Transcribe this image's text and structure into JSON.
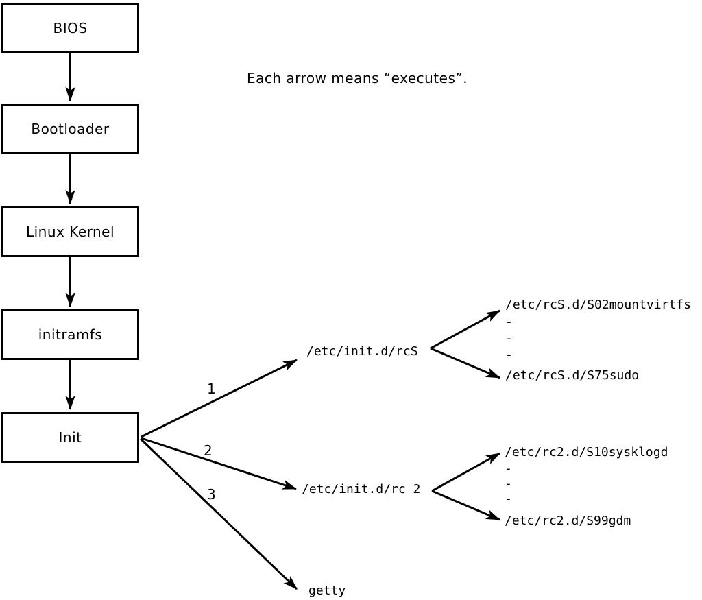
{
  "note": "Each arrow means “executes”.",
  "colors": {
    "ink": "#000000",
    "background": "#ffffff"
  },
  "chain": [
    {
      "label": "BIOS"
    },
    {
      "label": "Bootloader"
    },
    {
      "label": "Linux Kernel"
    },
    {
      "label": "initramfs"
    },
    {
      "label": "Init"
    }
  ],
  "init_children": [
    {
      "order": "1",
      "target": "/etc/init.d/rcS"
    },
    {
      "order": "2",
      "target": "/etc/init.d/rc 2"
    },
    {
      "order": "3",
      "target": "getty"
    }
  ],
  "rcS_dir": {
    "first": "/etc/rcS.d/S02mountvirtfs",
    "ellipsis": [
      "-",
      "-",
      "-"
    ],
    "last": "/etc/rcS.d/S75sudo"
  },
  "rc2_dir": {
    "first": "/etc/rc2.d/S10sysklogd",
    "ellipsis": [
      "-",
      "-",
      "-"
    ],
    "last": "/etc/rc2.d/S99gdm"
  }
}
